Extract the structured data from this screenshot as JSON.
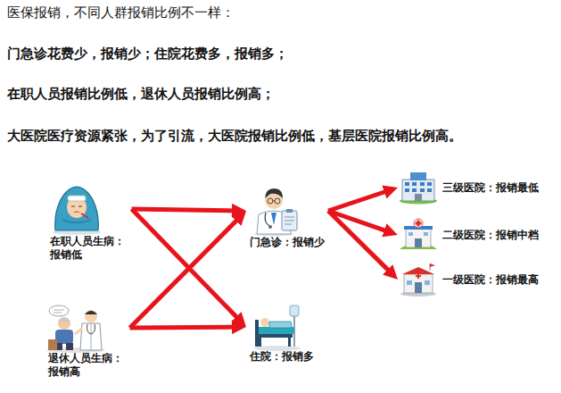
{
  "diagram": {
    "title": "医保报销，不同人群报销比例不一样：",
    "nodes": [
      {
        "text": [
          "在职人员生病： 报销低"
        ]
      },
      {
        "text": [
          "退休人员生病： 报销高"
        ]
      },
      {
        "text": [
          "门急诊：报销少"
        ]
      },
      {
        "text": [
          "住院：报销多"
        ]
      },
      {
        "text": [
          "三级医院：报销最低"
        ]
      },
      {
        "text": [
          "二级医院：报销中档"
        ]
      },
      {
        "text": [
          "一级医院：报销最高"
        ]
      }
    ],
    "edges": [
      {
        "from": 0,
        "to": 2,
        "arrow": "to"
      },
      {
        "from": 0,
        "to": 3,
        "arrow": "to"
      },
      {
        "from": 1,
        "to": 2,
        "arrow": "to"
      },
      {
        "from": 1,
        "to": 3,
        "arrow": "to"
      },
      {
        "from": 2,
        "to": 4,
        "arrow": "to"
      },
      {
        "from": 2,
        "to": 5,
        "arrow": "to"
      },
      {
        "from": 2,
        "to": 6,
        "arrow": "to"
      }
    ],
    "labels": [
      "门急诊花费少，报销少；住院花费多，报销多；",
      "在职人员报销比例低，退休人员报销比例高；",
      "大医院医疗资源紧张，为了引流，大医院报销比例低，基层医院报销比例高。"
    ]
  }
}
